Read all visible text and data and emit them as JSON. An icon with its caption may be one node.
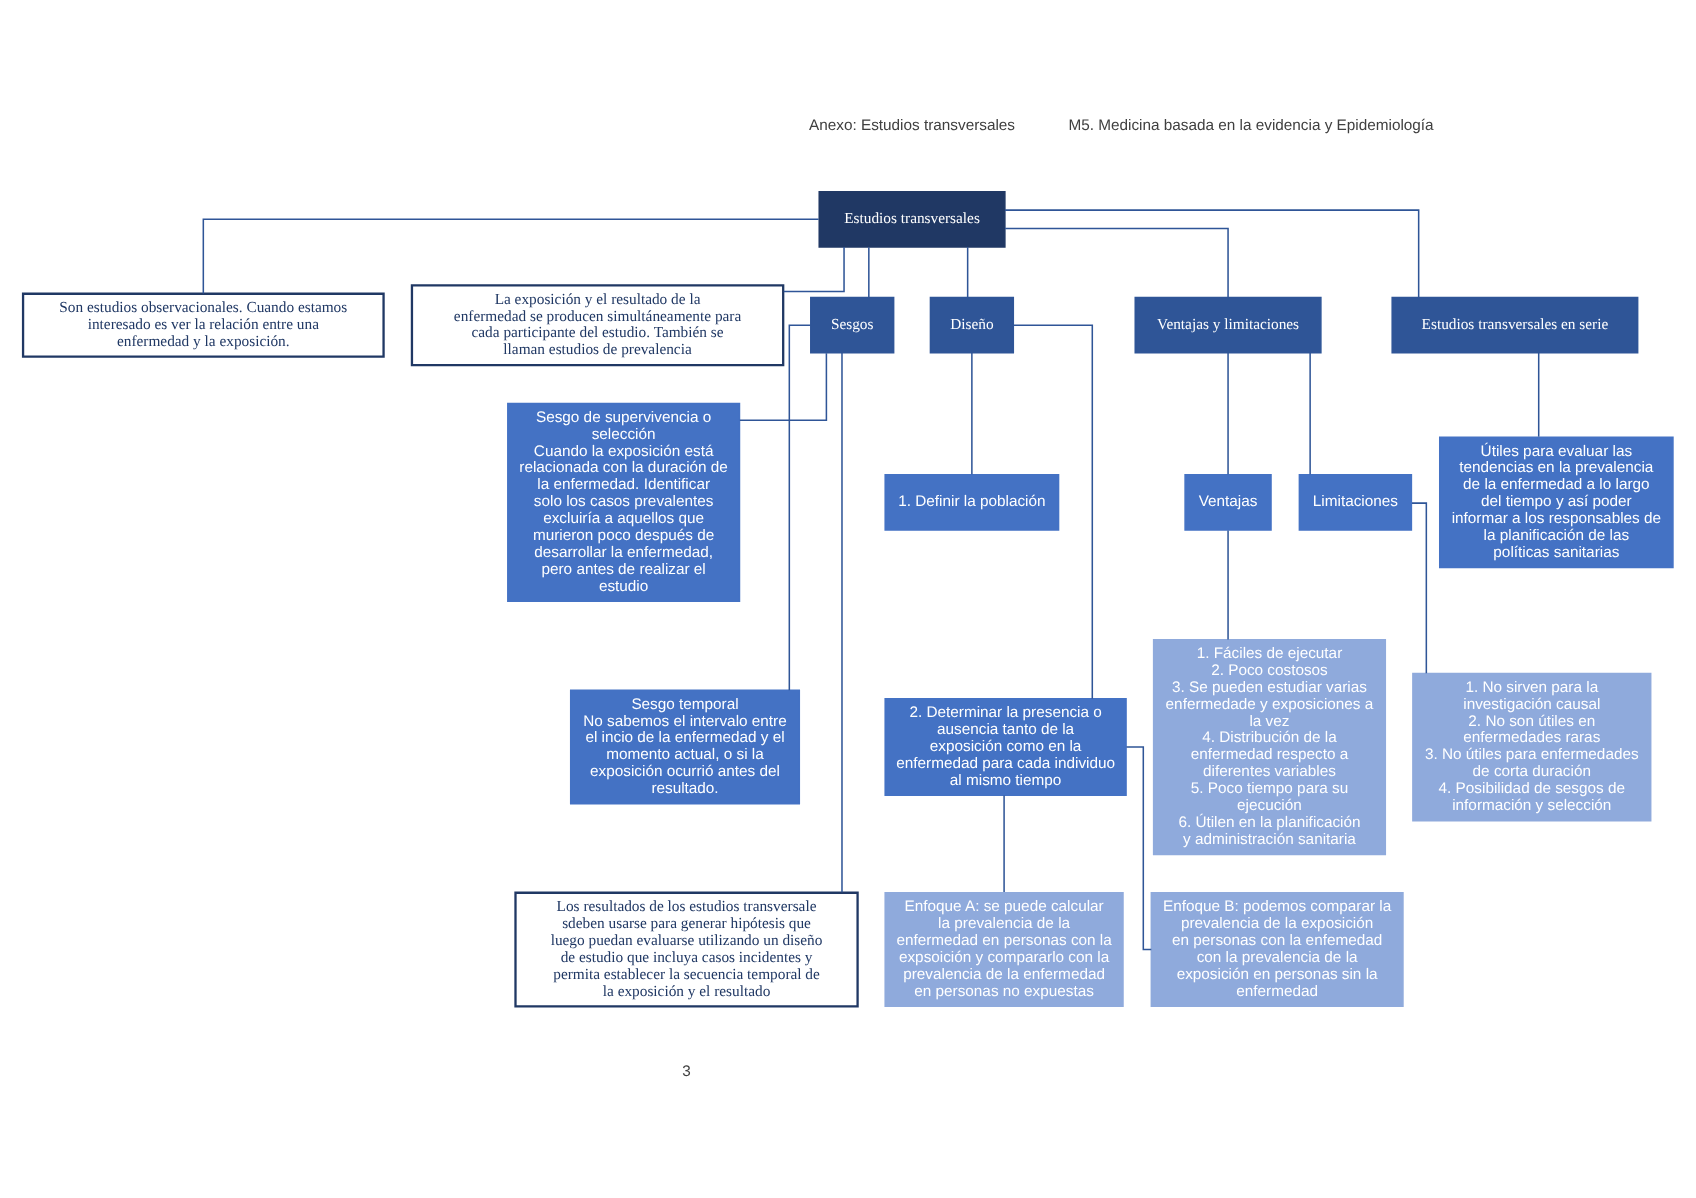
{
  "diagram": {
    "nodes": [
      {
        "text": [
          "Estudios transversales"
        ]
      },
      {
        "text": [
          "Son estudios observacionales. Cuando estamos interesado es ver la relación entre una enfermedad y la exposición."
        ]
      },
      {
        "text": [
          "La exposición y el resultado de la enfermedad se producen simultáneamente para cada participante del estudio. También se llaman estudios de prevalencia"
        ]
      },
      {
        "text": [
          "Sesgos"
        ]
      },
      {
        "text": [
          "Diseño"
        ]
      },
      {
        "text": [
          "Ventajas y limitaciones"
        ]
      },
      {
        "text": [
          "Estudios transversales en serie"
        ]
      },
      {
        "text": [
          "Sesgo de supervivencia o selección",
          "Cuando la exposición está relacionada con la duración de la enfermedad. Identificar solo los casos prevalentes excluiría a aquellos que murieron poco después de desarrollar la enfermedad, pero antes de realizar el estudio"
        ]
      },
      {
        "text": [
          "Sesgo temporal",
          "No sabemos el intervalo entre el incio de la enfermedad y el momento actual, o si la exposición ocurrió antes del resultado."
        ]
      },
      {
        "text": [
          "Los resultados de los estudios transversale sdeben usarse para generar hipótesis que luego puedan evaluarse utilizando un diseño de estudio que incluya casos incidentes y permita establecer la secuencia temporal de la exposición y el resultado"
        ]
      },
      {
        "text": [
          "1. Definir la población"
        ]
      },
      {
        "text": [
          "2. Determinar la presencia o ausencia tanto de la exposición como en la enfermedad para cada individuo al mismo tiempo"
        ]
      },
      {
        "text": [
          "Enfoque A: se puede calcular la prevalencia de la enfermedad en personas con la expsoición y compararlo con la prevalencia de la enfermedad en personas no expuestas"
        ]
      },
      {
        "text": [
          "Enfoque B: podemos comparar la prevalencia de la exposición en personas con la enfemedad con la prevalencia de la exposición en personas sin la enfermedad"
        ]
      },
      {
        "text": [
          "Ventajas"
        ]
      },
      {
        "text": [
          "Limitaciones"
        ]
      },
      {
        "text": [
          "1. Fáciles de ejecutar",
          "2. Poco costosos",
          "3. Se pueden estudiar varias enfermedade y exposiciones a la vez",
          "4. Distribución de la enfermedad respecto a diferentes variables",
          "5. Poco tiempo para su ejecución",
          "6. Útilen en la planificación y administración sanitaria"
        ]
      },
      {
        "text": [
          "1. No sirven para la investigación causal",
          "2. No son útiles en enfermedades raras",
          "3. No útiles para enfermedades de corta duración",
          "4. Posibilidad de sesgos de información y selección"
        ]
      },
      {
        "text": [
          "Útiles para evaluar las tendencias en la prevalencia de la enfermedad a lo largo del tiempo y así poder informar a los responsables de la planificación de las políticas sanitarias"
        ]
      }
    ],
    "edges": [
      {
        "from": 0,
        "to": 1,
        "arrow": "none"
      },
      {
        "from": 0,
        "to": 2,
        "arrow": "none"
      },
      {
        "from": 0,
        "to": 3,
        "arrow": "none"
      },
      {
        "from": 0,
        "to": 4,
        "arrow": "none"
      },
      {
        "from": 0,
        "to": 5,
        "arrow": "none"
      },
      {
        "from": 0,
        "to": 6,
        "arrow": "none"
      },
      {
        "from": 3,
        "to": 7,
        "arrow": "none"
      },
      {
        "from": 3,
        "to": 8,
        "arrow": "none"
      },
      {
        "from": 3,
        "to": 9,
        "arrow": "none"
      },
      {
        "from": 4,
        "to": 10,
        "arrow": "none"
      },
      {
        "from": 4,
        "to": 11,
        "arrow": "none"
      },
      {
        "from": 11,
        "to": 12,
        "arrow": "none"
      },
      {
        "from": 11,
        "to": 13,
        "arrow": "none"
      },
      {
        "from": 5,
        "to": 14,
        "arrow": "none"
      },
      {
        "from": 5,
        "to": 15,
        "arrow": "none"
      },
      {
        "from": 14,
        "to": 16,
        "arrow": "none"
      },
      {
        "from": 15,
        "to": 17,
        "arrow": "none"
      },
      {
        "from": 6,
        "to": 18,
        "arrow": "none"
      }
    ],
    "labels": [
      "Anexo: Estudios transversales",
      "M5. Medicina basada en la evidencia y Epidemiología",
      "3"
    ]
  }
}
